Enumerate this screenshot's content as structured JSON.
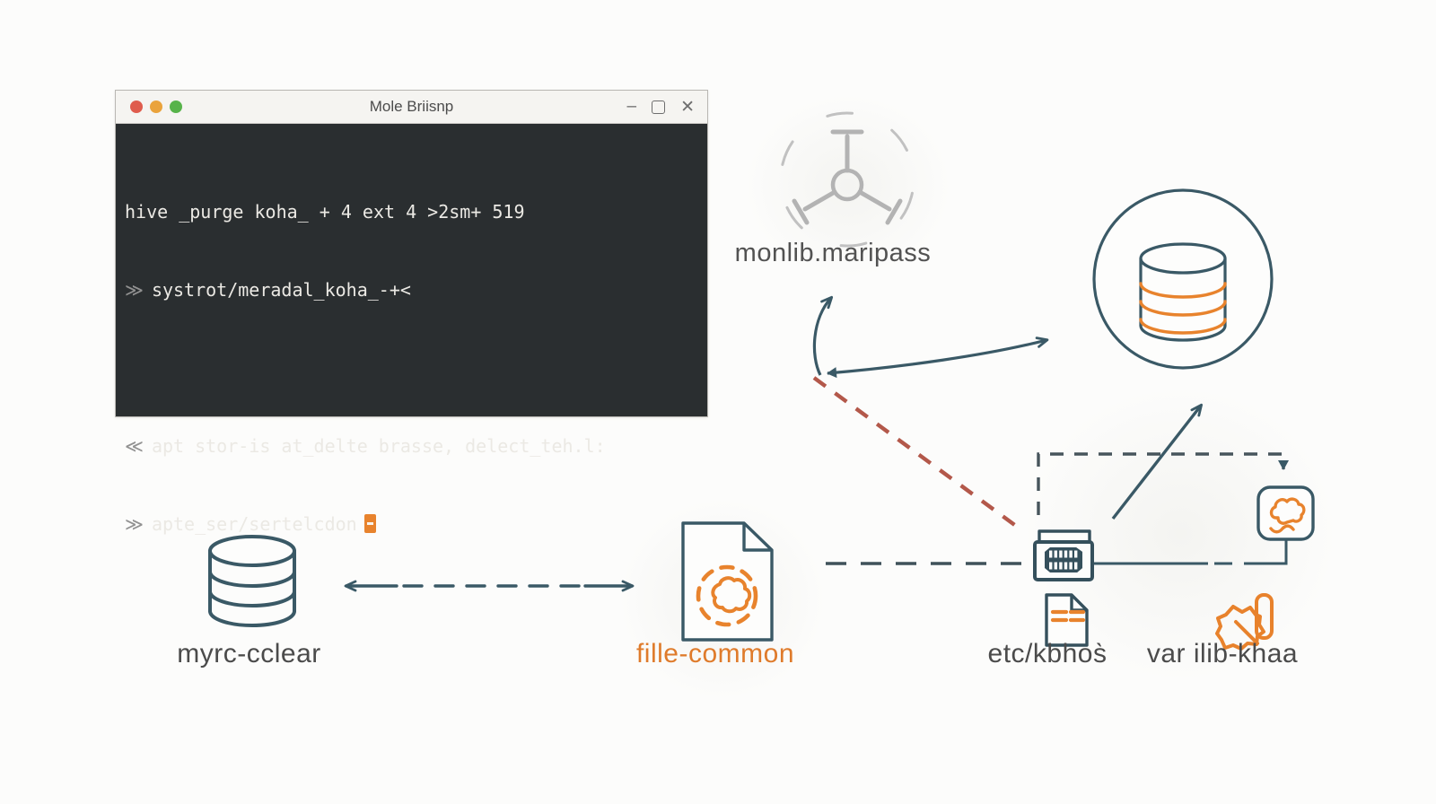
{
  "window": {
    "title": "Mole Briisnp",
    "controls": {
      "minimize": "–",
      "close": "✕"
    },
    "terminal_lines": [
      {
        "prefix": "",
        "text": "hive _purge koha_ + 4 ext 4 >2sm+ 519"
      },
      {
        "prefix": "≫",
        "text": "systrot/meradal_koha_-+<"
      },
      {
        "prefix": "",
        "text": ""
      },
      {
        "prefix": "≪",
        "text": "apt stor-is at_delte brasse, delect_teh.l:"
      },
      {
        "prefix": "≫",
        "text": "apte_ser/sertelcdon"
      }
    ]
  },
  "diagram": {
    "labels": {
      "hub": "monlib.maripass",
      "small_db": "myrc-cclear",
      "file_common": "fille-common",
      "config_file": "etc/kbhos̀",
      "blob": "var ilib-khaa"
    },
    "icons": [
      "network-hub-icon",
      "database-in-circle-icon",
      "database-icon",
      "document-sync-icon",
      "server-vent-icon",
      "document-config-icon",
      "torn-blob-icon",
      "cloud-box-icon"
    ],
    "colors": {
      "teal": "#3a5966",
      "orange": "#e8832d",
      "red_dash": "#b3584a",
      "hub_gray": "#b3b3b3",
      "label_gray": "#4b4b4b",
      "terminal_bg": "#2a2e30"
    }
  }
}
